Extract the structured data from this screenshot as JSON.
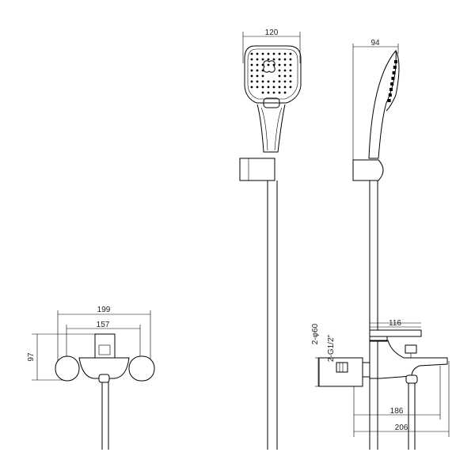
{
  "drawing": {
    "front_view": {
      "width_label": "120"
    },
    "side_view": {
      "depth_label": "94"
    },
    "mixer_front": {
      "overall_width_label": "199",
      "centers_label": "157",
      "height_label": "97"
    },
    "mixer_side": {
      "handle_label": "116",
      "spout_label": "186",
      "overall_depth_label": "206",
      "flange_label": "2-φ60",
      "thread_label": "2-G1/2\""
    }
  }
}
